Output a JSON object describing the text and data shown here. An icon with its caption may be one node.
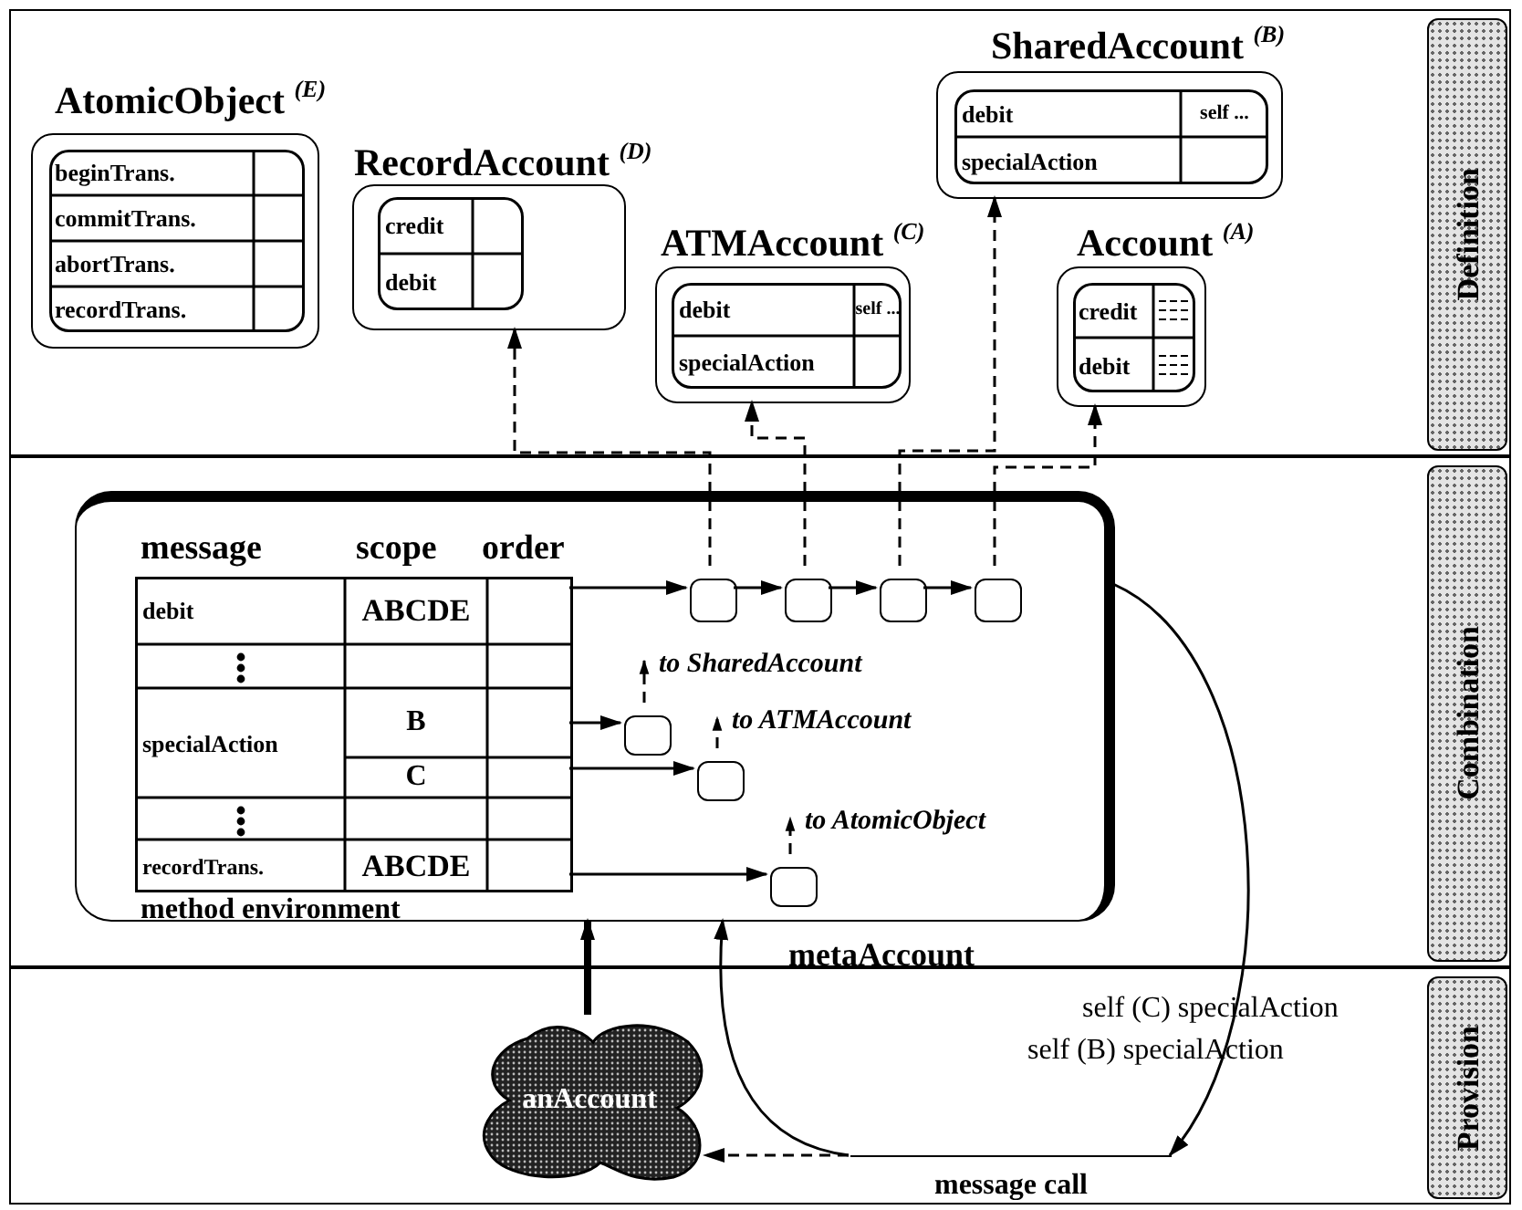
{
  "diagram": {
    "nodes": [
      {
        "text": [
          "Definition"
        ]
      },
      {
        "text": [
          "AtomicObject $^{(E)}$",
          "beginTrans.",
          "commitTrans.",
          "abortTrans.",
          "recordTrans."
        ],
        "in": 0
      },
      {
        "text": [
          "RecordAccount $^{(D)}$",
          "credit",
          "debit"
        ],
        "in": 0
      },
      {
        "text": [
          "ATMAccount $^{(C)}$",
          "debit",
          "self ...",
          "specialAction"
        ],
        "in": 0
      },
      {
        "text": [
          "SharedAccount $^{(B)}$",
          "debit",
          "self ...",
          "specialAction"
        ],
        "in": 0
      },
      {
        "text": [
          "Account $^{(A)}$",
          "credit",
          "debit"
        ],
        "in": 0
      },
      {
        "text": [
          "Combination"
        ]
      },
      {
        "text": [
          "metaAccount"
        ],
        "in": 6
      },
      {
        "text": [
          "message",
          "scope",
          "order",
          "debit",
          "ABCDE",
          "specialAction",
          "B",
          "C",
          "recordTrans.",
          "ABCDE",
          "method environment"
        ],
        "in": 7
      },
      {
        "text": [],
        "shape": "box",
        "in": 7
      },
      {
        "text": [],
        "shape": "box",
        "in": 7
      },
      {
        "text": [],
        "shape": "box",
        "in": 7
      },
      {
        "text": [],
        "shape": "box",
        "in": 7
      },
      {
        "text": [],
        "shape": "box",
        "in": 7
      },
      {
        "text": [],
        "shape": "box",
        "in": 7
      },
      {
        "text": [],
        "shape": "box",
        "in": 7
      },
      {
        "text": [
          "Provision"
        ]
      },
      {
        "text": [
          "anAccount"
        ],
        "in": 16
      },
      {
        "text": [
          "message call"
        ],
        "in": 16
      }
    ],
    "edges": [
      {
        "from": 8,
        "to": 9,
        "arrow": "to"
      },
      {
        "from": 9,
        "to": 10,
        "arrow": "to"
      },
      {
        "from": 10,
        "to": 11,
        "arrow": "to"
      },
      {
        "from": 11,
        "to": 12,
        "arrow": "to"
      },
      {
        "from": 8,
        "to": 13,
        "arrow": "to"
      },
      {
        "from": 8,
        "to": 14,
        "arrow": "to"
      },
      {
        "from": 8,
        "to": 15,
        "arrow": "to"
      },
      {
        "from": 9,
        "to": 2,
        "arrow": "to",
        "style": "dashed"
      },
      {
        "from": 10,
        "to": 3,
        "arrow": "to",
        "style": "dashed"
      },
      {
        "from": 11,
        "to": 4,
        "arrow": "to",
        "style": "dashed"
      },
      {
        "from": 12,
        "to": 5,
        "arrow": "to",
        "style": "dashed"
      },
      {
        "from": 13,
        "to": null,
        "arrow": "to",
        "style": "dashed",
        "label": "to SharedAccount"
      },
      {
        "from": 14,
        "to": null,
        "arrow": "to",
        "style": "dashed",
        "label": "to ATMAccount"
      },
      {
        "from": 15,
        "to": null,
        "arrow": "to",
        "style": "dashed",
        "label": "to AtomicObject"
      },
      {
        "from": 17,
        "to": 7,
        "arrow": "to",
        "style": "thick"
      },
      {
        "from": 7,
        "to": 18,
        "arrow": "to"
      },
      {
        "from": 18,
        "to": 17,
        "arrow": "to",
        "style": "dashed"
      },
      {
        "from": 18,
        "to": 7,
        "arrow": "to"
      }
    ],
    "labels": [
      "self (C) specialAction",
      "self (B) specialAction"
    ]
  }
}
